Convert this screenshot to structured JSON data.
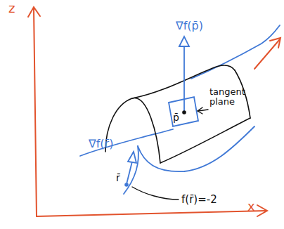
{
  "diagram": {
    "labels": [
      "z",
      "x",
      "∇f(p̄)",
      "tangent plane",
      "p̄",
      "∇f(r̄)",
      "r̄",
      "f(r̄)=-2"
    ]
  }
}
